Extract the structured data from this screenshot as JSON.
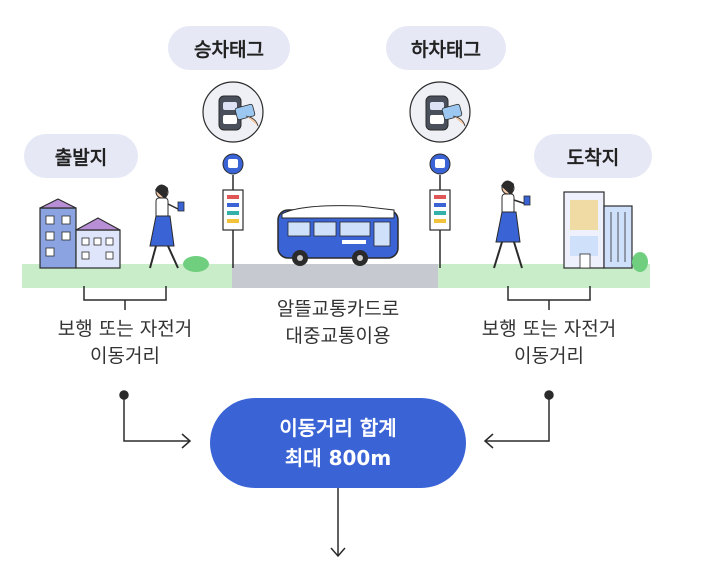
{
  "labels": {
    "boarding_tag": "승차태그",
    "alighting_tag": "하차태그",
    "origin": "출발지",
    "destination": "도착지"
  },
  "captions": {
    "left_line1": "보행 또는 자전거",
    "left_line2": "이동거리",
    "middle_line1": "알뜰교통카드로",
    "middle_line2": "대중교통이용",
    "right_line1": "보행 또는 자전거",
    "right_line2": "이동거리"
  },
  "total": {
    "line1": "이동거리 합계",
    "line2": "최대 800m"
  },
  "colors": {
    "accent": "#3a63d6",
    "pill_bg": "#e6e9f5",
    "grass": "#c9ecc9",
    "road": "#c6c9cf"
  }
}
